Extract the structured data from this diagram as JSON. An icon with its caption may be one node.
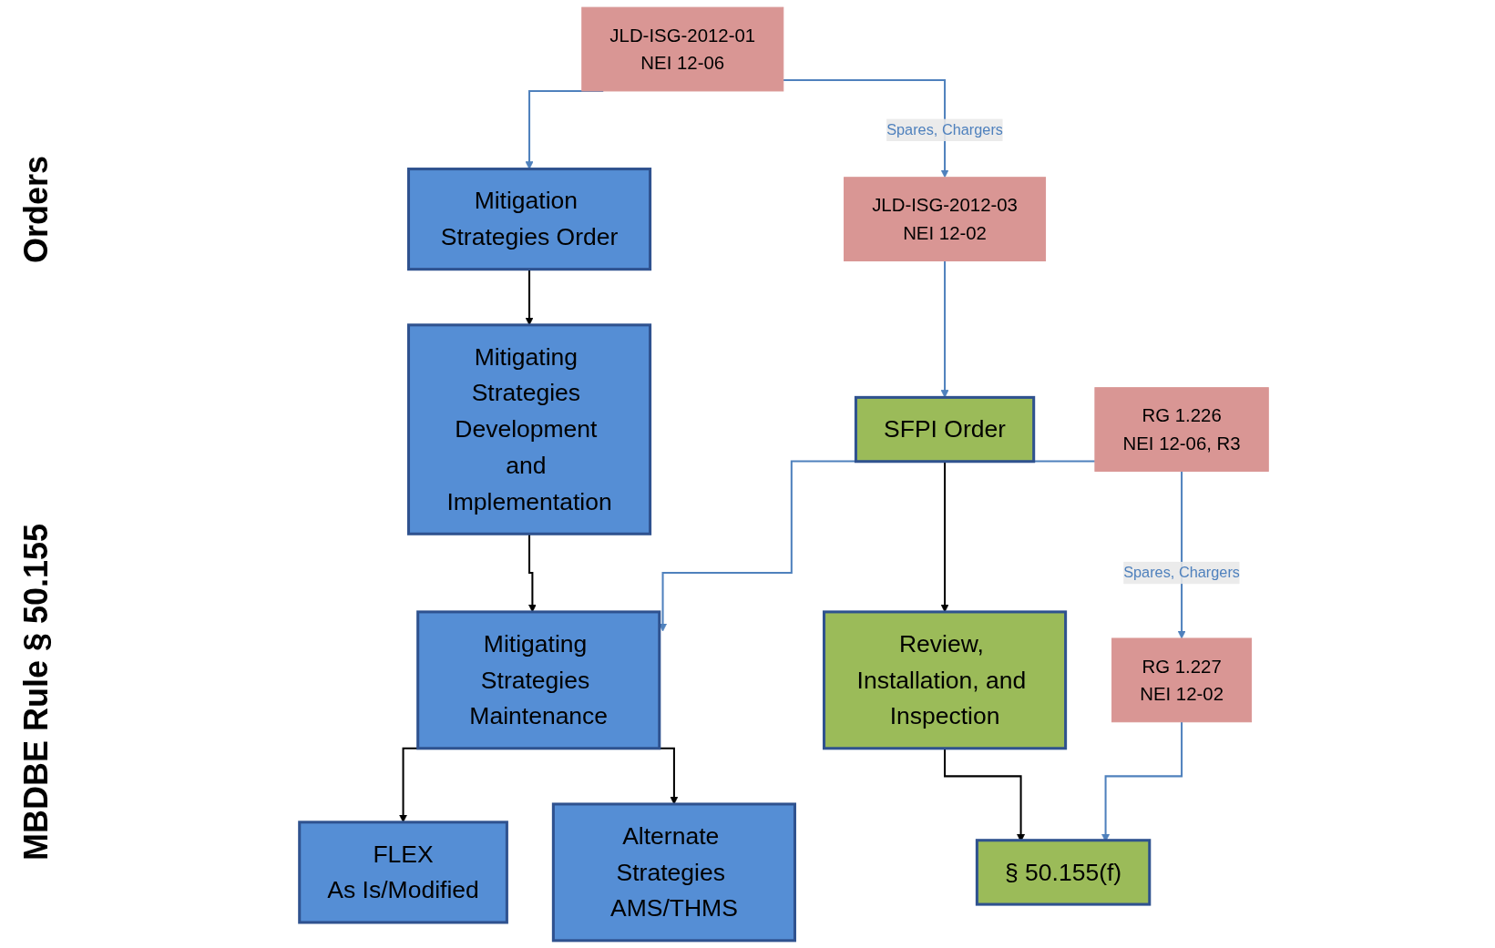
{
  "diagram": {
    "nodes": [
      {
        "text": [
          "Mitigation Strategies Order"
        ]
      },
      {
        "text": [
          "JLD-ISG-2012-01",
          "NEI 12-06"
        ]
      },
      {
        "text": [
          "SFPI Order"
        ]
      },
      {
        "text": [
          "JLD-ISG-2012-03",
          "NEI 12-02"
        ]
      },
      {
        "text": [
          "Mitigating Strategies Development and Implementation"
        ]
      },
      {
        "text": [
          "Review, Installation, and Inspection"
        ]
      },
      {
        "text": [
          "Mitigating Strategies Maintenance"
        ]
      },
      {
        "text": [
          "RG 1.227",
          "NEI 12-02"
        ]
      },
      {
        "text": [
          "§ 50.155(f)"
        ]
      },
      {
        "text": [
          "RG 1.226",
          "NEI 12-06, R3"
        ]
      },
      {
        "text": [
          "FLEX",
          "As Is/Modified"
        ]
      },
      {
        "text": [
          "Alternate Strategies AMS/THMS"
        ]
      }
    ],
    "edges": [
      {
        "from": 1,
        "to": 0,
        "arrow": "to",
        "color": "#4f81bd"
      },
      {
        "from": 1,
        "to": 3,
        "arrow": "to",
        "label": "Spares, Chargers",
        "color": "#4f81bd"
      },
      {
        "from": 3,
        "to": 2,
        "arrow": "to",
        "color": "#4f81bd"
      },
      {
        "from": 0,
        "to": 4,
        "arrow": "to",
        "color": "#000000"
      },
      {
        "from": 2,
        "to": 5,
        "arrow": "to",
        "color": "#000000"
      },
      {
        "from": 4,
        "to": 6,
        "arrow": "to",
        "color": "#000000"
      },
      {
        "from": 5,
        "to": 8,
        "arrow": "to",
        "color": "#000000"
      },
      {
        "from": 9,
        "to": 7,
        "arrow": "to",
        "label": "Spares, Chargers",
        "color": "#4f81bd"
      },
      {
        "from": 9,
        "to": 6,
        "arrow": "to",
        "color": "#4f81bd"
      },
      {
        "from": 7,
        "to": 8,
        "arrow": "to",
        "color": "#4f81bd"
      },
      {
        "from": 6,
        "to": 10,
        "arrow": "to",
        "color": "#000000"
      },
      {
        "from": 6,
        "to": 11,
        "arrow": "to",
        "color": "#000000"
      }
    ],
    "labels": [
      "Orders",
      "MBDBE Rule § 50.155"
    ]
  }
}
